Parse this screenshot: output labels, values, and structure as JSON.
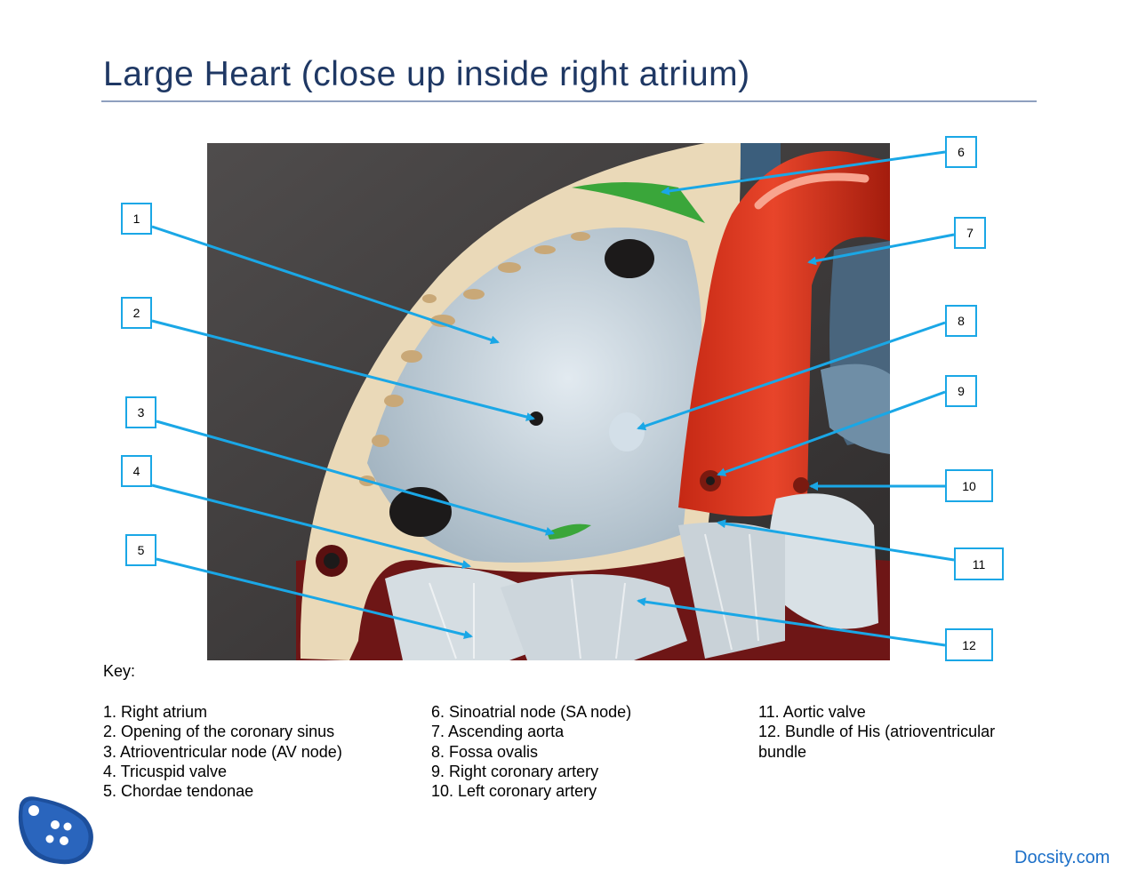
{
  "slide": {
    "title": "Large Heart (close up inside right atrium)"
  },
  "markers": [
    {
      "number": "1"
    },
    {
      "number": "2"
    },
    {
      "number": "3"
    },
    {
      "number": "4"
    },
    {
      "number": "5"
    },
    {
      "number": "6"
    },
    {
      "number": "7"
    },
    {
      "number": "8"
    },
    {
      "number": "9"
    },
    {
      "number": "10"
    },
    {
      "number": "11"
    },
    {
      "number": "12"
    }
  ],
  "key": {
    "heading": "Key:",
    "items": [
      "1. Right atrium",
      "2. Opening of the coronary sinus",
      "3. Atrioventricular node (AV node)",
      "4. Tricuspid valve",
      "5. Chordae tendonae",
      "6. Sinoatrial node (SA node)",
      "7. Ascending aorta",
      "8. Fossa ovalis",
      "9. Right coronary artery",
      "10. Left coronary artery",
      "11. Aortic valve",
      "12. Bundle of His (atrioventricular",
      "bundle"
    ]
  },
  "footer": {
    "brand": "Docsity.com"
  },
  "colors": {
    "title": "#1f3864",
    "arrow": "#1aa7e6",
    "brand": "#1b6fc8"
  }
}
